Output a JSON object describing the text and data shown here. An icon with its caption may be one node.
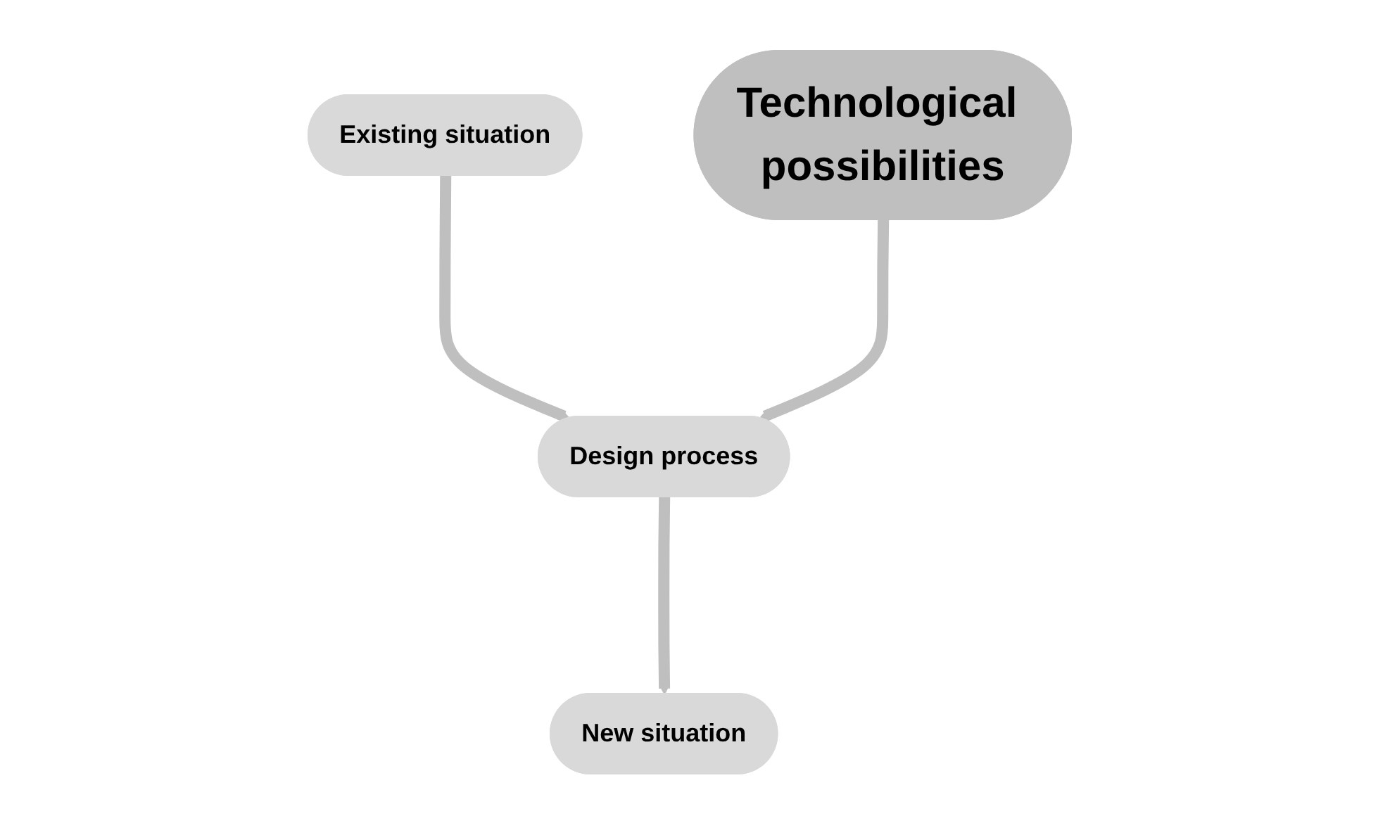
{
  "diagram": {
    "nodes": [
      {
        "text": [
          "Existing situation"
        ]
      },
      {
        "text": [
          "Technological possibilities"
        ]
      },
      {
        "text": [
          "Design process"
        ]
      },
      {
        "text": [
          "New situation"
        ]
      }
    ],
    "edges": [
      {
        "from": 0,
        "to": 2,
        "arrow": "to"
      },
      {
        "from": 1,
        "to": 2,
        "arrow": "to"
      },
      {
        "from": 2,
        "to": 3,
        "arrow": "to"
      }
    ]
  }
}
